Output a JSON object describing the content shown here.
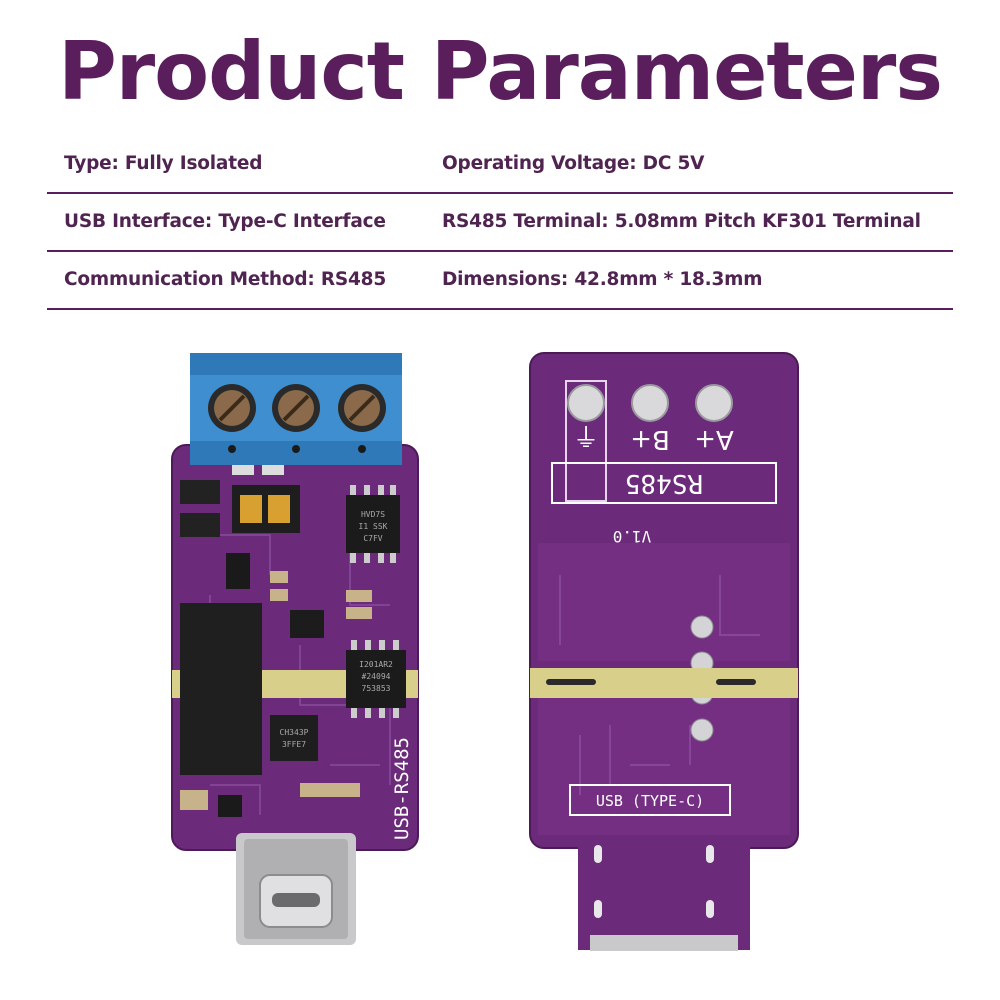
{
  "title": "Product Parameters",
  "parameters": [
    {
      "left": "Type: Fully Isolated",
      "right": "Operating Voltage: DC 5V"
    },
    {
      "left": "USB Interface: Type-C Interface",
      "right": "RS485 Terminal: 5.08mm Pitch KF301 Terminal"
    },
    {
      "left": "Communication Method: RS485",
      "right": "Dimensions: 42.8mm * 18.3mm"
    }
  ],
  "front_board": {
    "silkscreen": "USB-RS485",
    "chips": [
      "HVD7S",
      "I1 SSK",
      "C7FV",
      "I201AR2",
      "#24094",
      "753853",
      "CH343P",
      "3FFE7"
    ]
  },
  "back_board": {
    "terminal_labels": [
      "⏚",
      "B+",
      "A+"
    ],
    "rs485_label": "RS485",
    "version_label": "V1.0",
    "usb_label": "USB (TYPE-C)"
  },
  "colors": {
    "title": "#5a1e5c",
    "pcb": "#6b2a7a",
    "terminal": "#3f8fd0",
    "isolation_strip": "#d8d08a"
  }
}
